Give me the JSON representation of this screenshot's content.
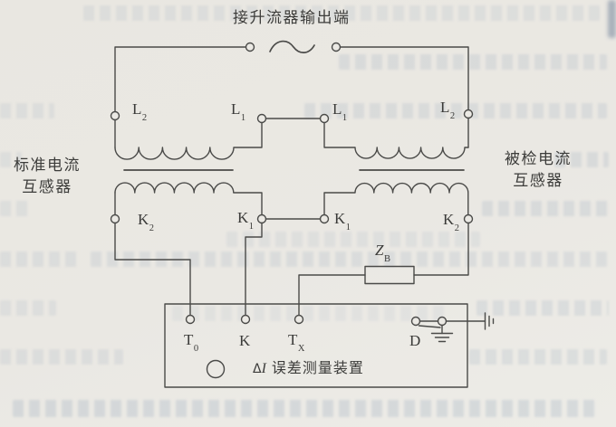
{
  "colors": {
    "paper": "#e9e7e2",
    "line": "#4a4a48",
    "text": "#3c3c3a",
    "bleed": "#748caa"
  },
  "diagram": {
    "top_label": "接升流器输出端",
    "left_device": {
      "line1": "标准电流",
      "line2": "互感器"
    },
    "right_device": {
      "line1": "被检电流",
      "line2": "互感器"
    },
    "primary_terminals": {
      "l2_left": {
        "main": "L",
        "sub": "2"
      },
      "l1_left": {
        "main": "L",
        "sub": "1"
      },
      "l1_right": {
        "main": "L",
        "sub": "1"
      },
      "l2_right": {
        "main": "L",
        "sub": "2"
      }
    },
    "secondary_terminals": {
      "k2_left": {
        "main": "K",
        "sub": "2"
      },
      "k1_left": {
        "main": "K",
        "sub": "1"
      },
      "k1_right": {
        "main": "K",
        "sub": "1"
      },
      "k2_right": {
        "main": "K",
        "sub": "2"
      }
    },
    "burden": {
      "main": "Z",
      "sub": "B"
    },
    "box_terminals": {
      "t0": {
        "main": "T",
        "sub": "0"
      },
      "k": {
        "main": "K",
        "sub": ""
      },
      "tx": {
        "main": "T",
        "sub": "X"
      },
      "d": {
        "main": "D",
        "sub": ""
      }
    },
    "device_caption": {
      "delta": "Δ",
      "current": "I",
      "text": "误差测量装置"
    }
  }
}
